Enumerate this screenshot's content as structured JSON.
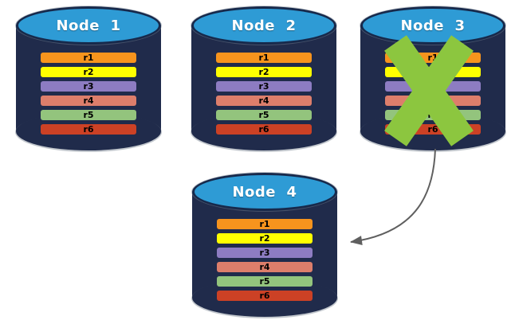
{
  "nodes": [
    {
      "label": "Node  1",
      "status": "active",
      "records": [
        "r1",
        "r2",
        "r3",
        "r4",
        "r5",
        "r6"
      ]
    },
    {
      "label": "Node  2",
      "status": "active",
      "records": [
        "r1",
        "r2",
        "r3",
        "r4",
        "r5",
        "r6"
      ]
    },
    {
      "label": "Node  3",
      "status": "failed",
      "records": [
        "r1",
        "r2",
        "r3",
        "r4",
        "r5",
        "r6"
      ]
    },
    {
      "label": "Node  4",
      "status": "active",
      "records": [
        "r1",
        "r2",
        "r3",
        "r4",
        "r5",
        "r6"
      ]
    }
  ],
  "record_colors": {
    "r1": "#F7941D",
    "r2": "#FFFF00",
    "r3": "#8D7CC2",
    "r4": "#DD7E6B",
    "r5": "#93C47D",
    "r6": "#CC4125"
  },
  "colors": {
    "cylinder_body": "#202B4B",
    "cylinder_top": "#2E9BD5",
    "failure_x": "#8CC63F",
    "arrow": "#5F5F5F"
  }
}
